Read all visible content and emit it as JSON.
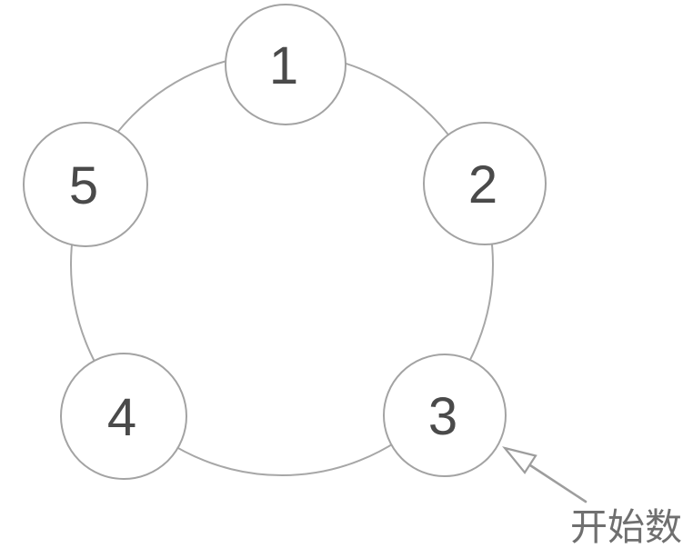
{
  "figure": {
    "type": "ring-of-numbered-nodes",
    "nodes": [
      {
        "label": "1"
      },
      {
        "label": "2"
      },
      {
        "label": "3"
      },
      {
        "label": "4"
      },
      {
        "label": "5"
      }
    ],
    "annotation": {
      "label": "开始数",
      "points_to_node": "3"
    },
    "colors": {
      "line_stroke": "#a3a3a3",
      "ring_stroke": "#a7a7a7",
      "number_text": "#4a4a4a",
      "annotation_text": "#6f6f6f",
      "node_fill": "#ffffff",
      "background": "#ffffff"
    }
  }
}
